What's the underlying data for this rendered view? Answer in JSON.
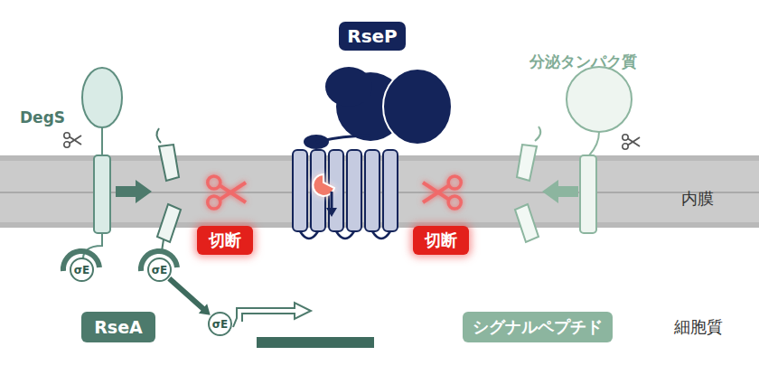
{
  "diagram": {
    "nodes": [
      {
        "text": [
          "RseP"
        ]
      },
      {
        "text": [
          "切断"
        ]
      },
      {
        "text": [
          "切断"
        ]
      },
      {
        "text": [
          "σE"
        ]
      },
      {
        "text": [
          "σE"
        ]
      },
      {
        "text": [
          "σE"
        ]
      },
      {
        "text": [
          "RseA"
        ]
      },
      {
        "text": [
          "シグナルペプチド"
        ]
      }
    ],
    "edges": [
      {
        "from": 4,
        "to": 5,
        "arrow": "to"
      }
    ],
    "labels": [
      "DegS",
      "分泌タンパク質",
      "内膜",
      "細胞質"
    ]
  }
}
